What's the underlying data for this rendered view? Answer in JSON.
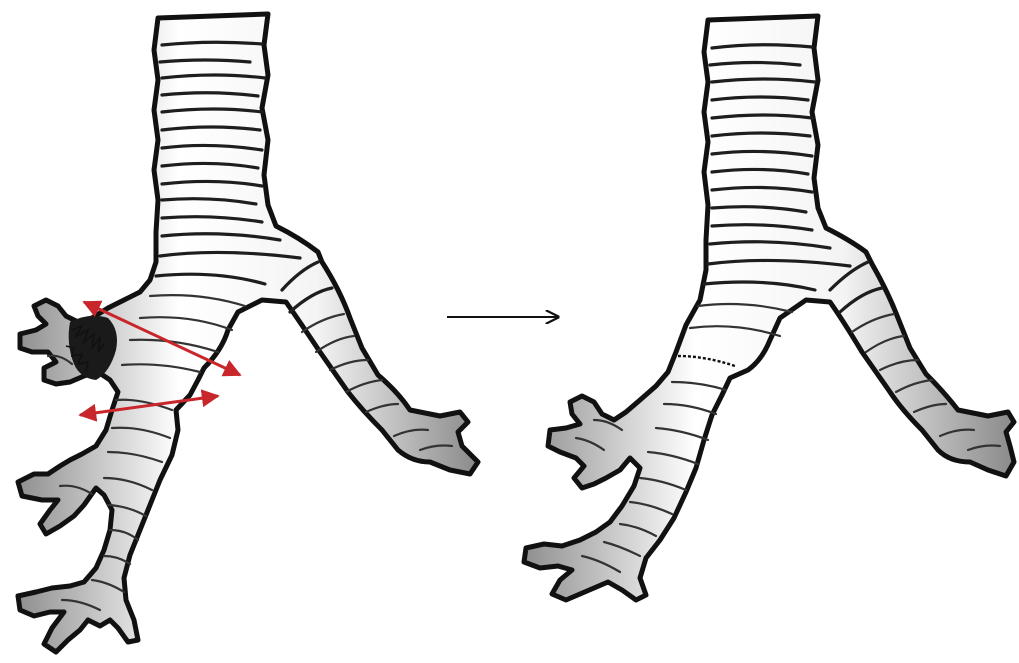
{
  "figure": {
    "panels": [
      {
        "id": "before",
        "state": "before resection"
      },
      {
        "id": "after",
        "state": "after resection and anastomosis"
      }
    ],
    "colors": {
      "outline": "#111111",
      "fill_light": "#ffffff",
      "fill_shade": "#9a9a9a",
      "resection_marker": "#c9262b",
      "tumor": "#1a1a1a",
      "transition_arrow": "#111111"
    },
    "icons": [
      "trachea-illustration",
      "resection-arrow-icon",
      "transition-arrow-icon"
    ]
  }
}
